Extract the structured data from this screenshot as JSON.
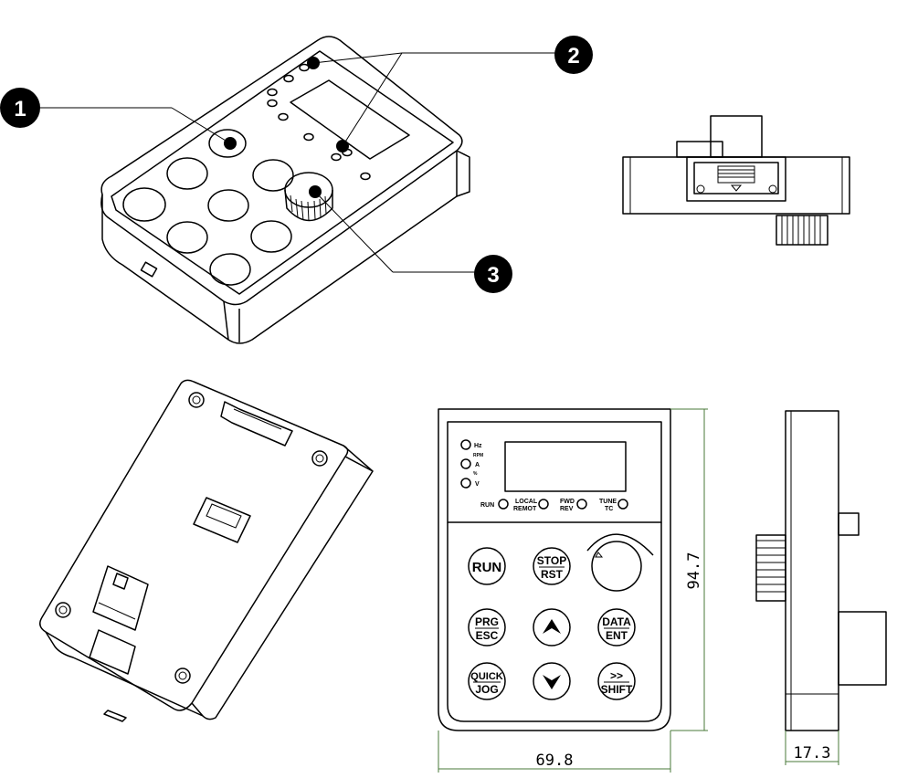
{
  "callouts": [
    "1",
    "2",
    "3"
  ],
  "indicators": {
    "hz": "Hz",
    "rpm": "RPM",
    "a": "A",
    "pct": "%",
    "v": "V"
  },
  "status_leds": {
    "run": "RUN",
    "local_top": "LOCAL",
    "local_bottom": "REMOT",
    "fwd_top": "FWD",
    "fwd_bottom": "REV",
    "tune_top": "TUNE",
    "tune_bottom": "TC"
  },
  "keys": {
    "run": "RUN",
    "stop_top": "STOP",
    "stop_bottom": "RST",
    "prg_top": "PRG",
    "prg_bottom": "ESC",
    "data_top": "DATA",
    "data_bottom": "ENT",
    "quick_top": "QUICK",
    "quick_bottom": "JOG",
    "shift_top": ">>",
    "shift_bottom": "SHIFT"
  },
  "dimensions": {
    "height": "94.7",
    "width": "69.8",
    "depth": "17.3"
  }
}
